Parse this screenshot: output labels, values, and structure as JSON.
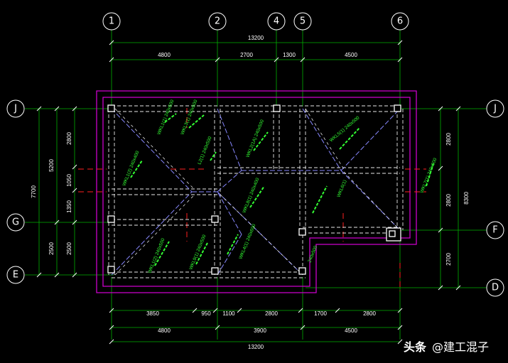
{
  "axes": {
    "top": [
      "1",
      "2",
      "4",
      "5",
      "6"
    ],
    "left": [
      "J",
      "G",
      "E"
    ],
    "right": [
      "J",
      "F",
      "D"
    ]
  },
  "dimensions": {
    "top_total": "13200",
    "top_segments": [
      "4800",
      "2700",
      "1300",
      "4500"
    ],
    "bottom_inner": [
      "3850",
      "950",
      "1100",
      "2800",
      "1700",
      "2800"
    ],
    "bottom_mid": [
      "4800",
      "3900",
      "4500"
    ],
    "bottom_total": "13200",
    "left_outer": "7700",
    "left_mid": [
      "5200",
      "2500"
    ],
    "left_inner": [
      "2800",
      "1050",
      "1350",
      "2500"
    ],
    "right_inner": [
      "2800",
      "2800",
      "2700"
    ],
    "right_outer": "8300"
  },
  "beam_labels": [
    "WKL1(1) 240x500",
    "WKL3(1) 240x500",
    "L2(1) 240x500",
    "WKL2(1A) 240x500",
    "WKL5(1) 240x500",
    "WKL7(1) 240x600",
    "WKL1(2) 240x400",
    "WKL8(1) 240x400",
    "WKL6(1)",
    "WKL1(2) 240x500",
    "WKL9(1) 240x500",
    "WKL4(1) 240x600",
    "240x500"
  ],
  "colors": {
    "background": "#000000",
    "axis_line": "#00cc00",
    "dimension_line": "#00cc00",
    "outline": "#cc00cc",
    "beam_dashed": "#ffffff",
    "hip_dashed": "#8888ff",
    "section_red": "#ff2020",
    "annotation": "#33ff33"
  },
  "watermark": {
    "logo": "头条",
    "handle": "@建工混子"
  }
}
